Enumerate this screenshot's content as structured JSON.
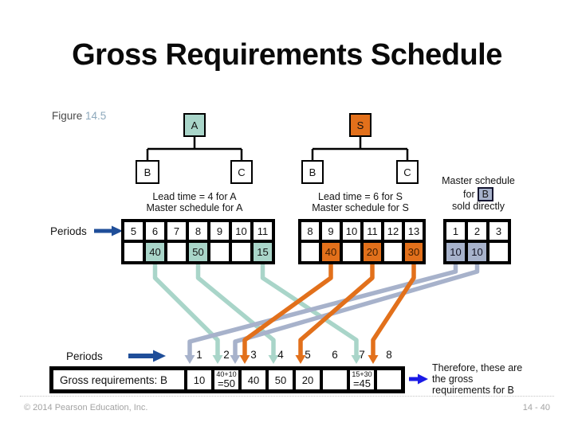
{
  "slide": {
    "title": "Gross Requirements Schedule",
    "figure_label": "Figure",
    "figure_number": "14.5",
    "footer_left": "© 2014 Pearson Education, Inc.",
    "footer_right": "14 - 40"
  },
  "trees": {
    "a": {
      "root": "A",
      "left_child": "B",
      "right_child": "C",
      "caption_line1": "Lead time = 4 for A",
      "caption_line2": "Master schedule for A"
    },
    "s": {
      "root": "S",
      "left_child": "B",
      "right_child": "C",
      "caption_line1": "Lead time = 6 for S",
      "caption_line2": "Master schedule for S"
    }
  },
  "b_direct_caption": {
    "line1": "Master schedule",
    "line2_prefix": "for",
    "line2_boxed": "B",
    "line3": "sold directly"
  },
  "periods_label_top": "Periods",
  "periods_label_bottom": "Periods",
  "tables": {
    "a": {
      "periods": [
        "5",
        "6",
        "7",
        "8",
        "9",
        "10",
        "11"
      ],
      "values": [
        "",
        "40",
        "",
        "50",
        "",
        "",
        "15"
      ]
    },
    "s": {
      "periods": [
        "8",
        "9",
        "10",
        "11",
        "12",
        "13"
      ],
      "values": [
        "",
        "40",
        "",
        "20",
        "",
        "30"
      ]
    },
    "b": {
      "periods": [
        "1",
        "2",
        "3"
      ],
      "values": [
        "10",
        "10",
        ""
      ]
    }
  },
  "bottom": {
    "periods": [
      "1",
      "2",
      "3",
      "4",
      "5",
      "6",
      "7",
      "8"
    ],
    "row_label": "Gross requirements: B",
    "cells": [
      {
        "sub": "",
        "main": "10"
      },
      {
        "sub": "40+10",
        "main": "=50"
      },
      {
        "sub": "",
        "main": "40"
      },
      {
        "sub": "",
        "main": "50"
      },
      {
        "sub": "",
        "main": "20"
      },
      {
        "sub": "",
        "main": ""
      },
      {
        "sub": "15+30",
        "main": "=45"
      },
      {
        "sub": "",
        "main": ""
      }
    ],
    "note_line1": "Therefore, these are",
    "note_line2": "the gross",
    "note_line3": "requirements for B"
  },
  "flows": [
    {
      "from": "A period 6 qty 40",
      "to": "B period 2"
    },
    {
      "from": "A period 8 qty 50",
      "to": "B period 4"
    },
    {
      "from": "A period 11 qty 15",
      "to": "B period 7"
    },
    {
      "from": "S period 9 qty 40",
      "to": "B period 3"
    },
    {
      "from": "S period 11 qty 20",
      "to": "B period 5"
    },
    {
      "from": "S period 13 qty 30",
      "to": "B period 7"
    },
    {
      "from": "B-direct period 1 qty 10",
      "to": "B period 1"
    },
    {
      "from": "B-direct period 2 qty 10",
      "to": "B period 2"
    }
  ],
  "colors": {
    "teal": "#A9D5C9",
    "orange": "#E2701B",
    "gray_blue": "#A7B2CB",
    "dark_blue": "#1F4E99",
    "bright_blue": "#1A1AE6"
  }
}
